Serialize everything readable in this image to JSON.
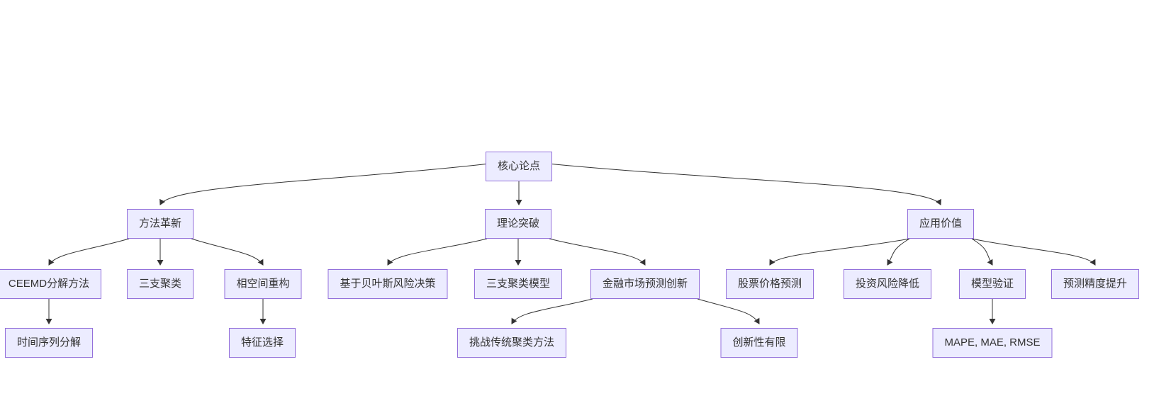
{
  "diagram": {
    "type": "flowchart",
    "direction": "top-down",
    "colors": {
      "background": "#ffffff",
      "node_fill": "#ECECFF",
      "node_border": "#9370DB",
      "edge": "#333333",
      "text": "#333333"
    },
    "nodes": [
      {
        "id": "core",
        "label": "核心论点",
        "level": 1,
        "parent": null
      },
      {
        "id": "method",
        "label": "方法革新",
        "level": 2,
        "parent": "core"
      },
      {
        "id": "theory",
        "label": "理论突破",
        "level": 2,
        "parent": "core"
      },
      {
        "id": "application",
        "label": "应用价值",
        "level": 2,
        "parent": "core"
      },
      {
        "id": "ceemd",
        "label": "CEEMD分解方法",
        "level": 3,
        "parent": "method"
      },
      {
        "id": "three-way-clustering",
        "label": "三支聚类",
        "level": 3,
        "parent": "method"
      },
      {
        "id": "phase-space",
        "label": "相空间重构",
        "level": 3,
        "parent": "method"
      },
      {
        "id": "bayes-risk",
        "label": "基于贝叶斯风险决策",
        "level": 3,
        "parent": "theory"
      },
      {
        "id": "three-way-model",
        "label": "三支聚类模型",
        "level": 3,
        "parent": "theory"
      },
      {
        "id": "market-innovation",
        "label": "金融市场预测创新",
        "level": 3,
        "parent": "theory"
      },
      {
        "id": "stock-forecast",
        "label": "股票价格预测",
        "level": 3,
        "parent": "application"
      },
      {
        "id": "risk-reduction",
        "label": "投资风险降低",
        "level": 3,
        "parent": "application"
      },
      {
        "id": "model-validation",
        "label": "模型验证",
        "level": 3,
        "parent": "application"
      },
      {
        "id": "accuracy-gain",
        "label": "预测精度提升",
        "level": 3,
        "parent": "application"
      },
      {
        "id": "time-series-decomp",
        "label": "时间序列分解",
        "level": 4,
        "parent": "ceemd"
      },
      {
        "id": "feature-selection",
        "label": "特征选择",
        "level": 4,
        "parent": "phase-space"
      },
      {
        "id": "challenge-clustering",
        "label": "挑战传统聚类方法",
        "level": 4,
        "parent": "market-innovation"
      },
      {
        "id": "limited-innovation",
        "label": "创新性有限",
        "level": 4,
        "parent": "market-innovation"
      },
      {
        "id": "error-metrics",
        "label": "MAPE, MAE, RMSE",
        "level": 4,
        "parent": "model-validation"
      }
    ]
  }
}
